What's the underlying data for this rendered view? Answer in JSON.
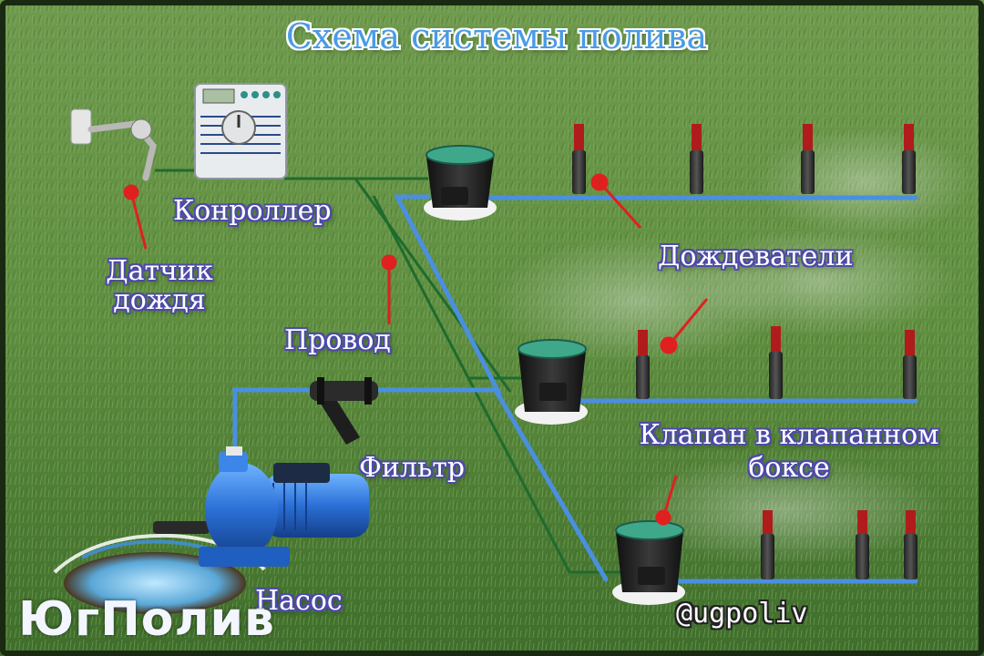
{
  "title": "Схема системы полива",
  "labels": {
    "controller": "Конроллер",
    "rain_sensor_line1": "Датчик",
    "rain_sensor_line2": "дождя",
    "wire": "Провод",
    "sprinklers": "Дождеватели",
    "valve_line1": "Клапан в клапанном",
    "valve_line2": "боксе",
    "filter": "Фильтр",
    "pump": "Насос"
  },
  "handle": "@ugpoliv",
  "logo": {
    "text": "ЮгПолив"
  },
  "colors": {
    "pipe": "#4a8fe0",
    "wire": "#1f6b2e",
    "pointer": "#e0201e",
    "label_outline": "#4d4aa8",
    "title": "#4a9be6"
  }
}
